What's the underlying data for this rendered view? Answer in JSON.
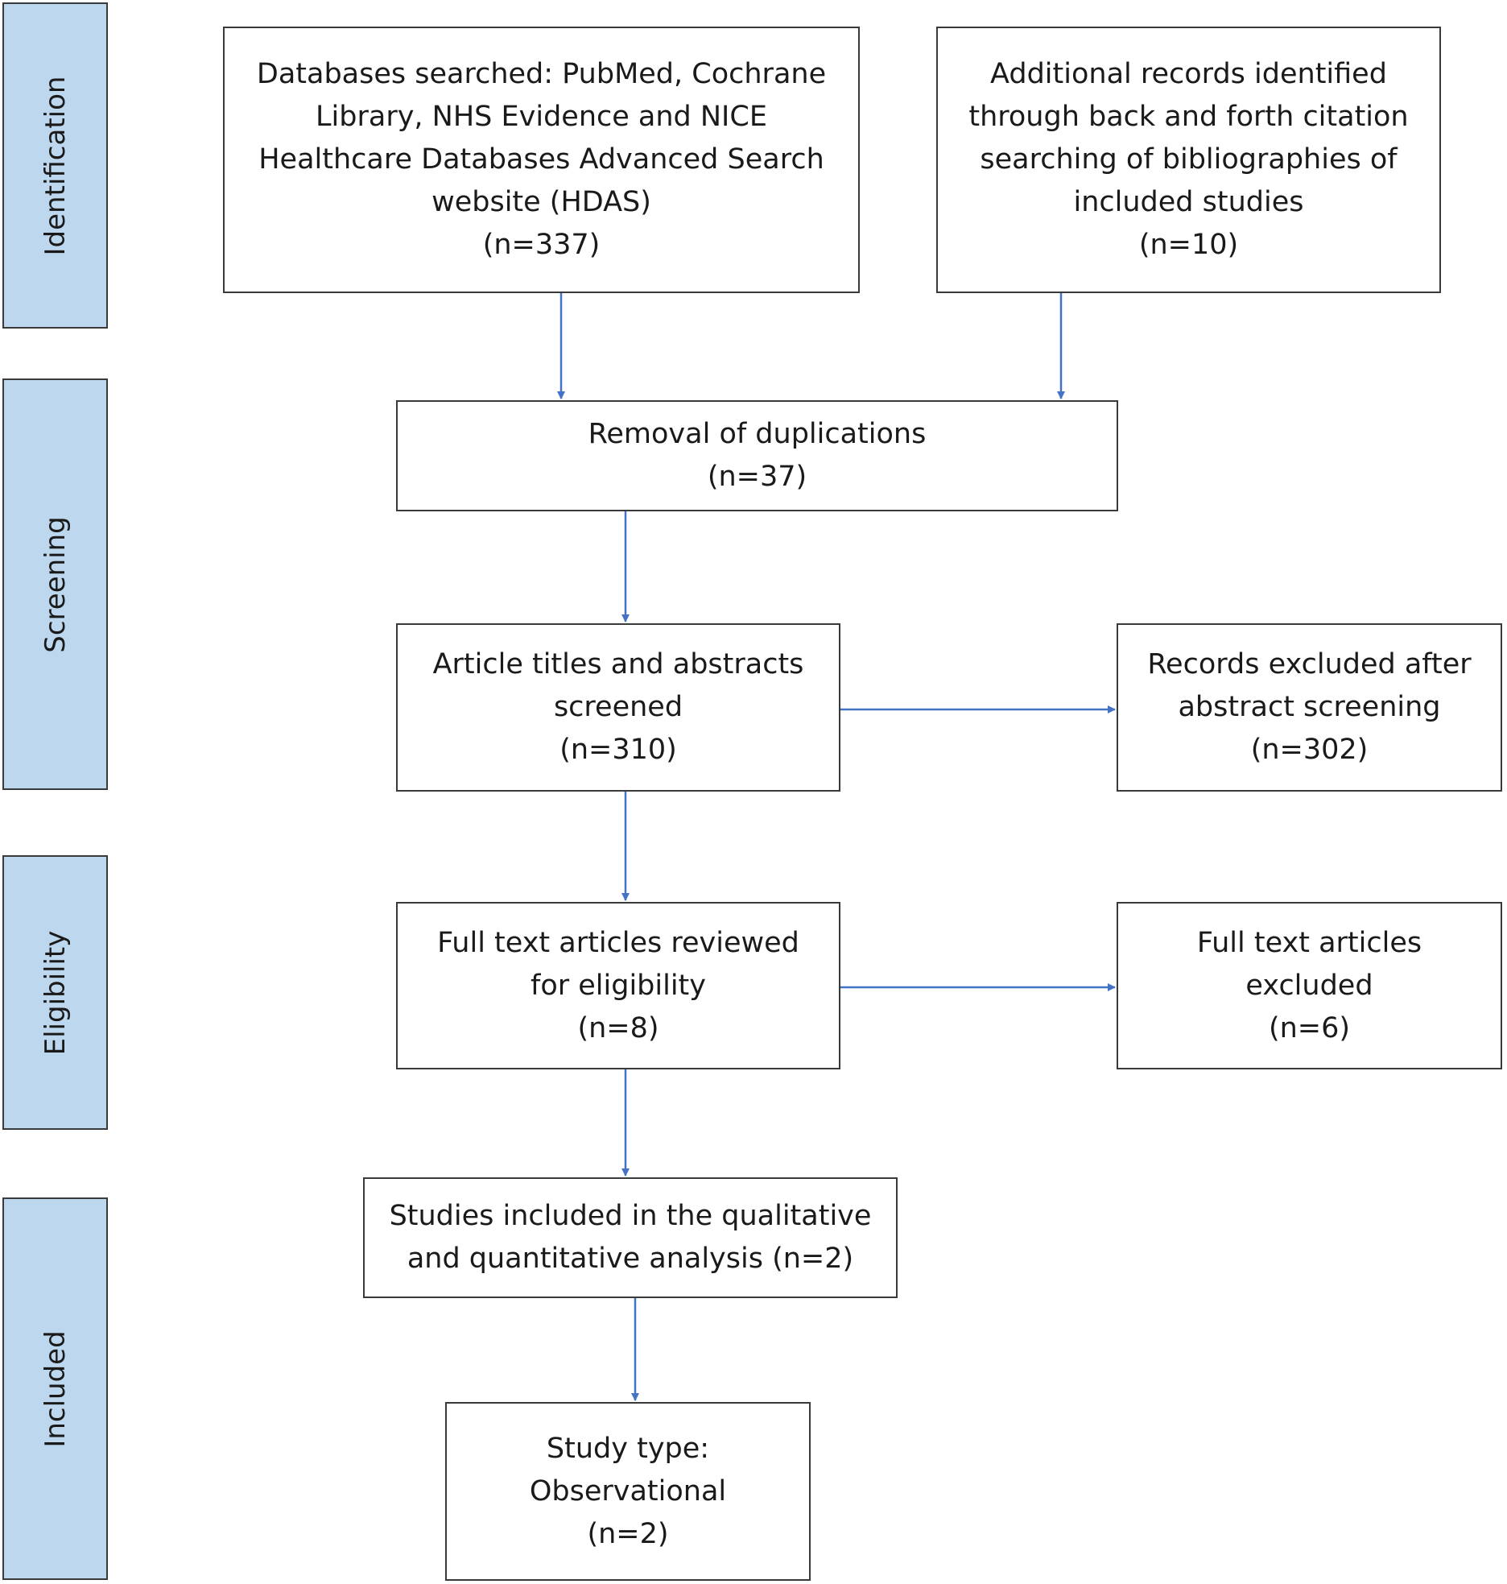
{
  "stages": {
    "identification": "Identification",
    "screening": "Screening",
    "eligibility": "Eligibility",
    "included": "Included"
  },
  "boxes": {
    "databases": [
      "Databases searched: PubMed, Cochrane",
      "Library, NHS Evidence and NICE",
      "Healthcare Databases Advanced Search",
      "website (HDAS)",
      "(n=337)"
    ],
    "additional": [
      "Additional records identified",
      "through back and forth citation",
      "searching of bibliographies of",
      "included studies",
      "(n=10)"
    ],
    "duplicates": [
      "Removal of duplications",
      "(n=37)"
    ],
    "screened": [
      "Article titles and abstracts",
      "screened",
      "(n=310)"
    ],
    "excluded_abstract": [
      "Records excluded after",
      "abstract screening",
      "(n=302)"
    ],
    "fulltext": [
      "Full text articles reviewed",
      "for eligibility",
      "(n=8)"
    ],
    "excluded_fulltext": [
      "Full text articles",
      "excluded",
      "(n=6)"
    ],
    "included_studies": [
      "Studies included in the qualitative",
      "and quantitative analysis (n=2)"
    ],
    "study_type": [
      "Study type:",
      "Observational",
      "(n=2)"
    ]
  },
  "colors": {
    "stage_fill": "#bdd7ee",
    "arrow": "#4472c4",
    "border": "#3a3a3a"
  }
}
